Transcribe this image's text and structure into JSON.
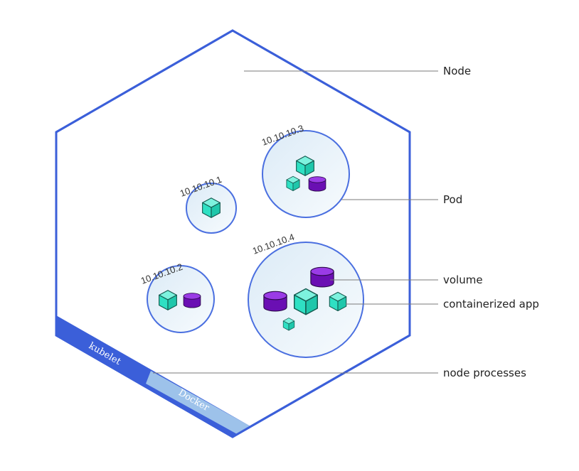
{
  "labels": {
    "node": "Node",
    "pod": "Pod",
    "volume": "volume",
    "containerized_app": "containerized app",
    "node_processes": "node processes"
  },
  "node_processes": {
    "kubelet": "kubelet",
    "docker": "Docker"
  },
  "pods": [
    {
      "ip": "10.10.10.1"
    },
    {
      "ip": "10.10.10.2"
    },
    {
      "ip": "10.10.10.3"
    },
    {
      "ip": "10.10.10.4"
    }
  ],
  "colors": {
    "node_outline": "#3b5fd9",
    "pod_outline": "#4a6fe0",
    "container": "#2fe0c3",
    "container_edge": "#145a4f",
    "volume": "#7a12c9",
    "kubelet_band": "#3b5fd9",
    "docker_band": "#9dc2ea"
  }
}
